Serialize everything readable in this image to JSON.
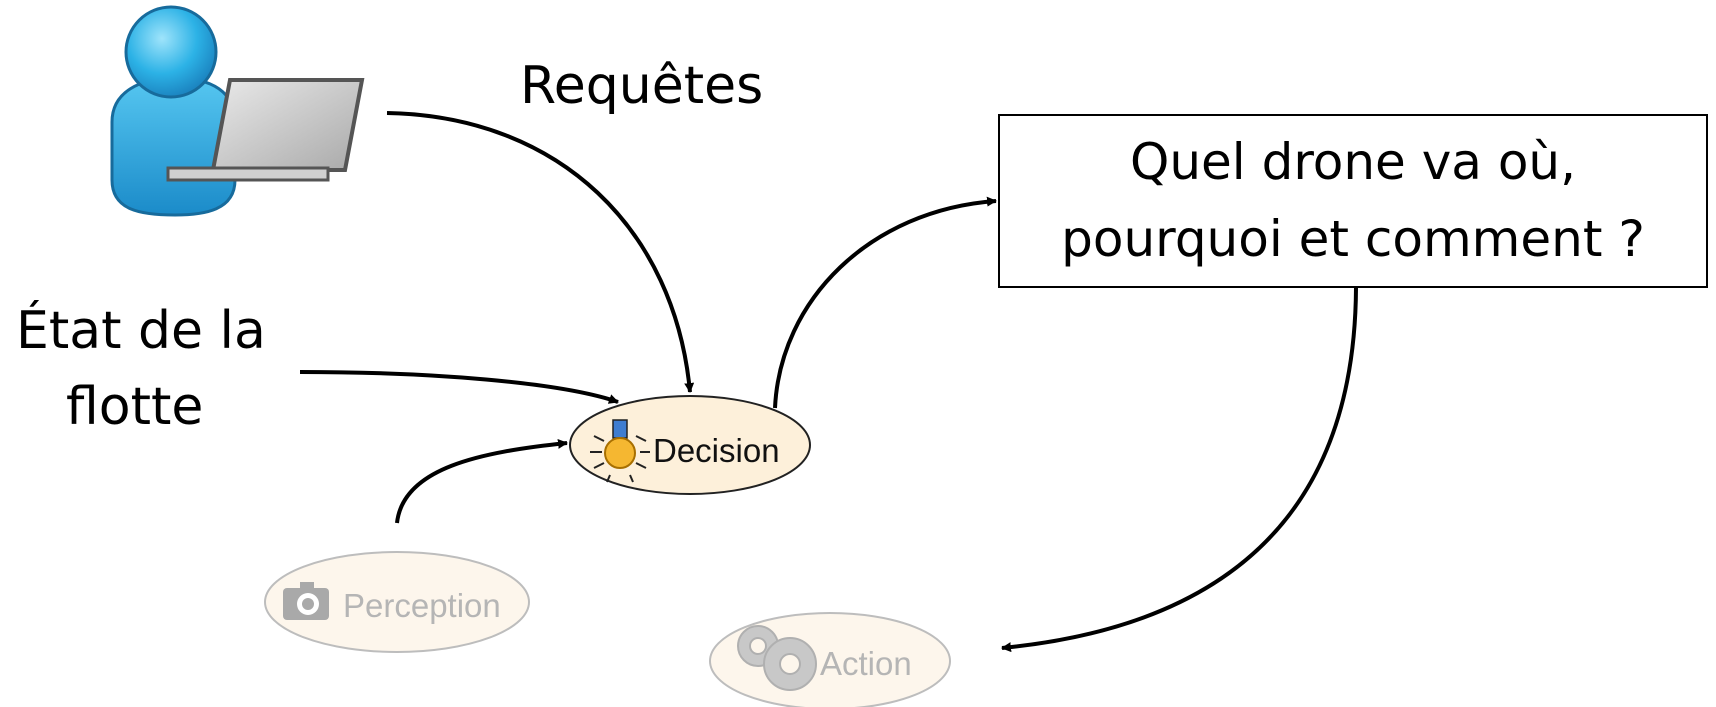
{
  "labels": {
    "requests": "Requêtes",
    "fleet_state_line1": "État de la",
    "fleet_state_line2": "flotte",
    "question_line1": "Quel drone va où,",
    "question_line2": "pourquoi et comment ?"
  },
  "nodes": {
    "decision": "Decision",
    "perception": "Perception",
    "action": "Action"
  },
  "icons": {
    "user": "user-laptop-icon",
    "decision": "lightbulb-icon",
    "perception": "camera-icon",
    "action": "gears-icon"
  },
  "colors": {
    "node_fill": "#fdf0da",
    "node_fill_faded": "#fdf6ec",
    "faded_text": "#b5b5b5",
    "user_blue": "#2aa8df",
    "bulb": "#f5b731"
  }
}
